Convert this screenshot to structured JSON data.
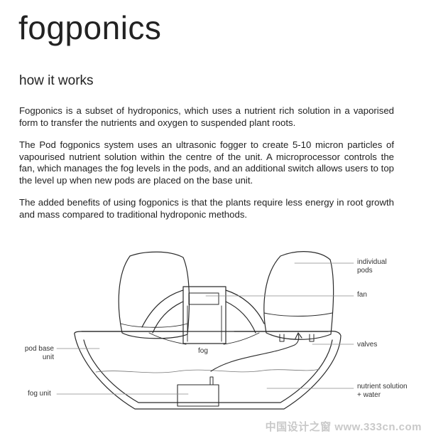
{
  "title": "fogponics",
  "subtitle": "how it works",
  "paragraphs": [
    "Fogponics is a subset of hydroponics, which uses a nutrient rich solution in a vaporised form to transfer the nutrients and oxygen to suspended plant roots.",
    "The Pod fogponics system uses an ultrasonic fogger to create 5-10 micron particles of vapourised nutrient solution within the centre of the unit. A microprocessor controls the fan, which manages the fog levels in the pods, and an additional switch allows users to top the level up when new pods are placed on the base unit.",
    "The added benefits of using fogponics is that the plants require less energy in root growth and mass compared to traditional hydroponic methods."
  ],
  "labels": {
    "individual_pods": "individual\npods",
    "fan": "fan",
    "valves": "valves",
    "pod_base_unit": "pod base\nunit",
    "fog": "fog",
    "fog_unit": "fog unit",
    "nutrient_solution": "nutrient solution\n+ water"
  },
  "watermark": "中国设计之窗 www.333cn.com"
}
